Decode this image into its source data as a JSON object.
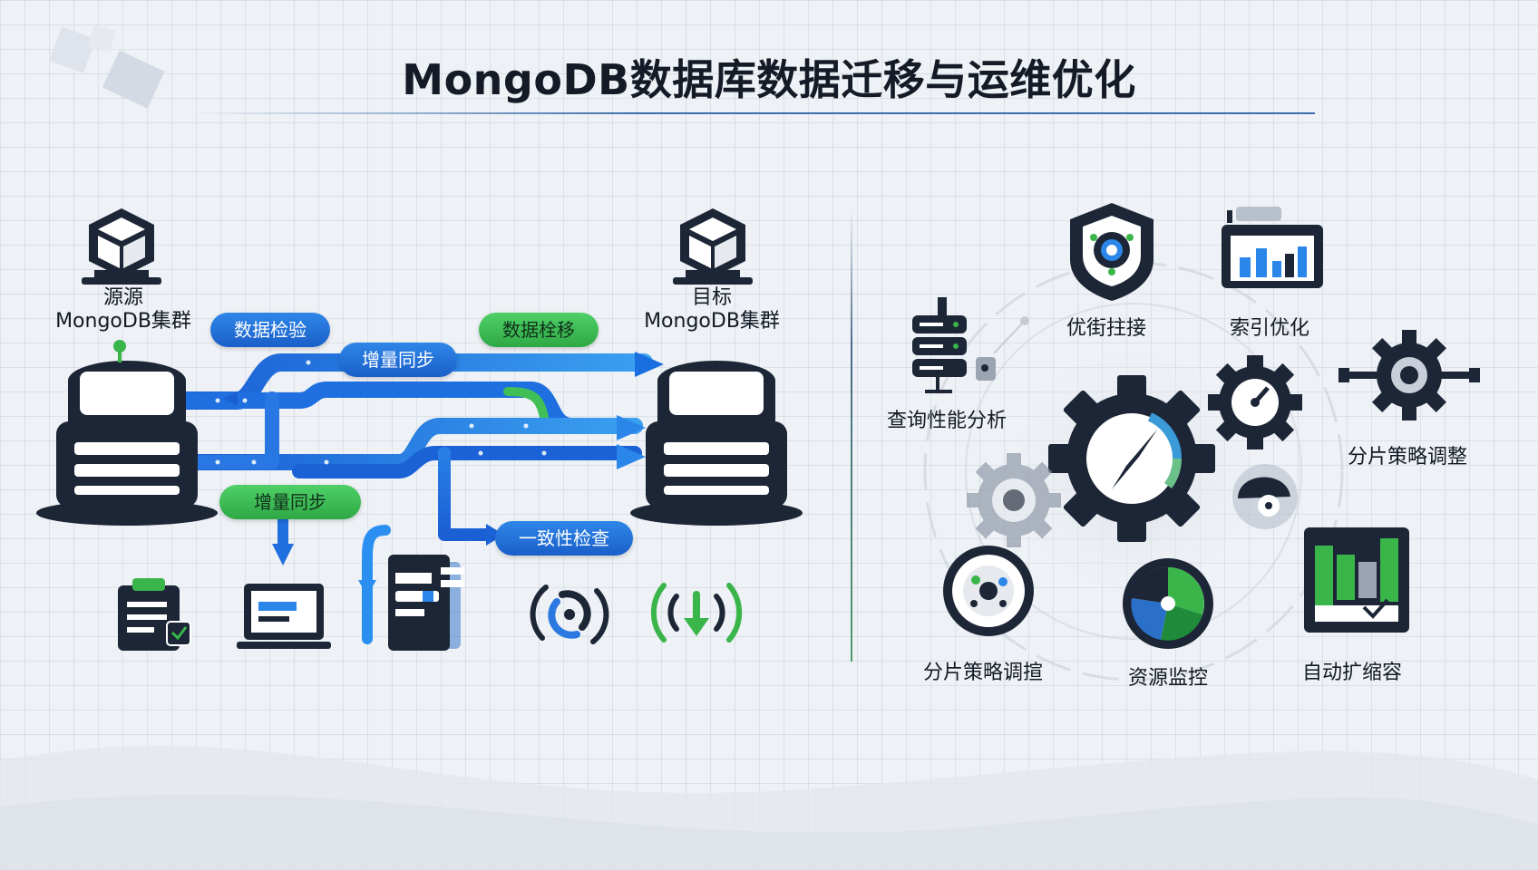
{
  "title": "MongoDB数据库数据迁移与运维优化",
  "left_panel": {
    "source": {
      "line1": "源源",
      "line2": "MongoDB集群"
    },
    "target": {
      "line1": "目标",
      "line2": "MongoDB集群"
    },
    "pills": {
      "validate": "数据检验",
      "incremental_top": "增量同步",
      "migrate": "数据栓移",
      "incremental_bottom": "增量同步",
      "consistency": "一致性检查"
    },
    "tool_icons": [
      "clipboard-check-icon",
      "laptop-icon",
      "document-stack-icon",
      "sync-wave-icon",
      "download-signal-icon"
    ]
  },
  "right_panel": {
    "labels": {
      "query": "查询性能分析",
      "optimize": "优街拄接",
      "index": "索引优化",
      "shard_right": "分片策略调整",
      "shard_bottom": "分片策略调揎",
      "resource": "资源监控",
      "autoscale": "自动扩缩容"
    }
  },
  "colors": {
    "dark": "#1c2636",
    "blue": "#1a6fe0",
    "green": "#39b54a",
    "title": "#141a26"
  }
}
